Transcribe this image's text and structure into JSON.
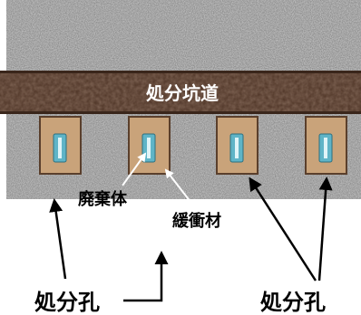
{
  "labels": {
    "tunnel": "処分坑道",
    "waste_body": "廃棄体",
    "buffer_material": "緩衝材",
    "hole_left": "処分孔",
    "hole_right": "処分孔"
  },
  "colors": {
    "rock": "#8c8c8c",
    "tunnel": "#4e3426",
    "tunnel_highlight": "#6a4a38",
    "buffer": "#c9a37a",
    "buffer_edge": "#5a3f2c",
    "canister": "#5fb4c7",
    "canister_core": "#dff4f8",
    "arrow": "#000000",
    "text_dark": "#000000",
    "text_light": "#ffffff"
  }
}
